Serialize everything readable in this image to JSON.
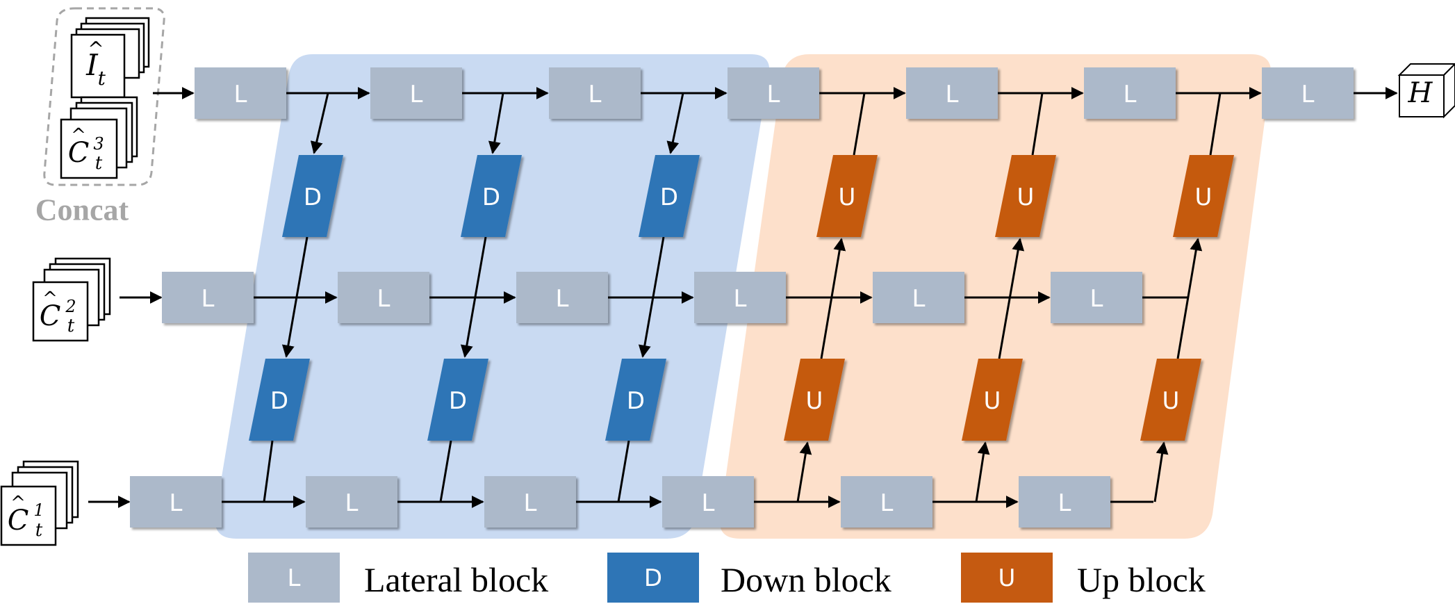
{
  "colors": {
    "lateral": "#acb9ca",
    "down": "#2e75b6",
    "up": "#c55a11",
    "down_region": "#c9daf2",
    "up_region": "#fde0cb",
    "arrow": "#000000",
    "concat_border": "#a6a6a6"
  },
  "blocks": {
    "lateral_label": "L",
    "down_label": "D",
    "up_label": "U"
  },
  "inputs": {
    "concat_label": "Concat",
    "top_image": {
      "base": "I",
      "accent": "^",
      "sub": "t"
    },
    "top_feature": {
      "base": "C",
      "accent": "^",
      "sub": "t",
      "sup": "3"
    },
    "mid_feature": {
      "base": "C",
      "accent": "^",
      "sub": "t",
      "sup": "2"
    },
    "bottom_feature": {
      "base": "C",
      "accent": "^",
      "sub": "t",
      "sup": "1"
    }
  },
  "output": {
    "label": "H"
  },
  "legend": {
    "lateral": {
      "symbol": "L",
      "text": "Lateral block"
    },
    "down": {
      "symbol": "D",
      "text": "Down block"
    },
    "up": {
      "symbol": "U",
      "text": "Up block"
    }
  }
}
